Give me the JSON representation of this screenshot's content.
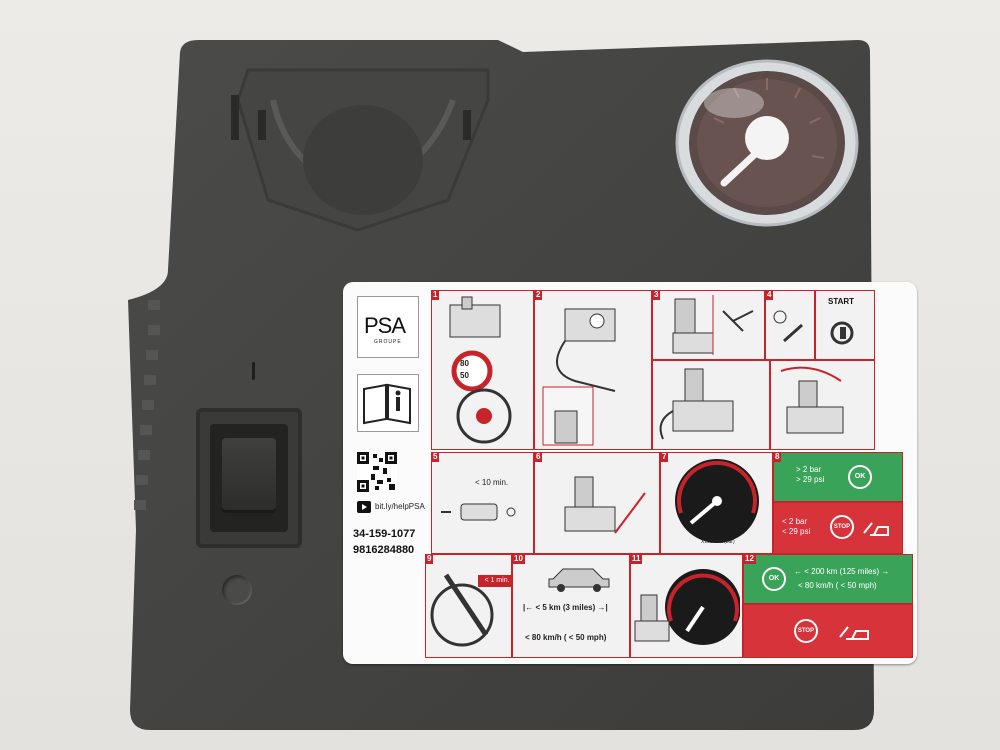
{
  "label": {
    "brand": "PSA",
    "brand_sub": "GROUPE",
    "url": "bit.ly/helpPSA",
    "part_number": "34-159-1077",
    "serial": "9816284880",
    "start": "START",
    "steps": [
      "1",
      "2",
      "3",
      "4",
      "5",
      "6",
      "7",
      "8",
      "9",
      "10",
      "11",
      "12"
    ],
    "speed_badge_top": "80",
    "speed_badge_bottom": "50",
    "time_10": "< 10 min.",
    "time_1": "< 1 min.",
    "above_pressure_bar": "> 2 bar",
    "above_pressure_psi": "> 29 psi",
    "below_pressure_bar": "< 2 bar",
    "below_pressure_psi": "< 29 psi",
    "ok": "OK",
    "stop": "STOP",
    "distance": "|← < 5 km (3 miles) →|",
    "speed_limit": "< 80 km/h ( < 50 mph)",
    "range_line1": "← < 200 km (125 miles) →",
    "range_line2": "< 80 km/h ( < 50 mph)",
    "dial_unit": "X100 kPa (bar)"
  }
}
